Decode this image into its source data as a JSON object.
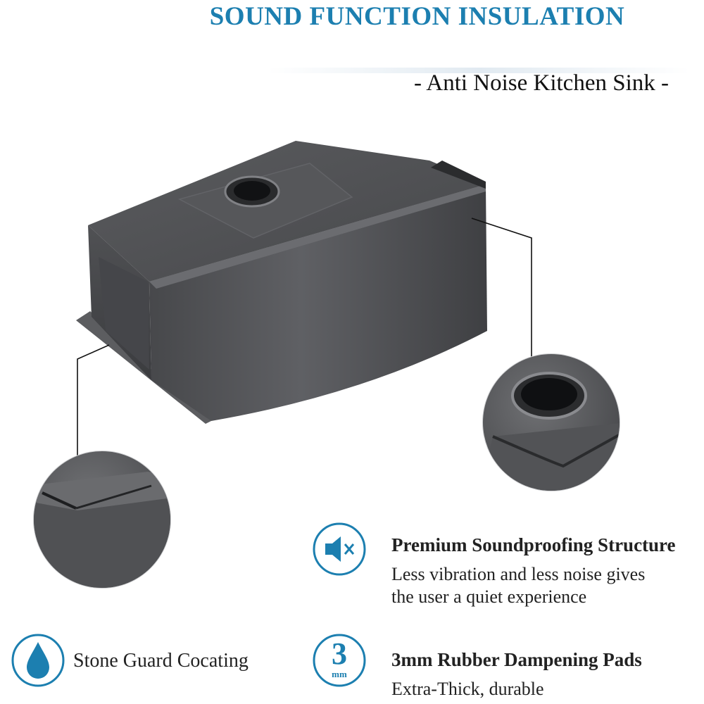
{
  "header": {
    "title": "SOUND FUNCTION INSULATION",
    "subtitle": "- Anti Noise Kitchen Sink -"
  },
  "features": {
    "soundproof": {
      "icon": "speaker-muted-icon",
      "title": "Premium Soundproofing Structure",
      "desc_line1": "Less vibration and less noise gives",
      "desc_line2": "the user a quiet experience"
    },
    "coating": {
      "icon": "water-drop-icon",
      "title": "Stone Guard Cocating"
    },
    "pads": {
      "icon": "thickness-3mm-icon",
      "icon_number": "3",
      "icon_unit": "mm",
      "title": "3mm Rubber Dampening Pads",
      "desc_line1": "Extra-Thick, durable"
    }
  },
  "colors": {
    "accent": "#1c7fb0",
    "sink": "#4a4b4e"
  }
}
